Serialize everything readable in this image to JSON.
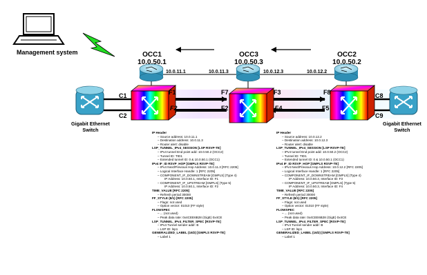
{
  "labels": {
    "management": "Management system",
    "switch_left": [
      "Gigabit Ethernet",
      "Switch"
    ],
    "switch_right": [
      "Gigabit Ethernet",
      "Switch"
    ]
  },
  "nodes": [
    {
      "name": "OCC1",
      "addr": "10.0.50.1"
    },
    {
      "name": "OCC3",
      "addr": "10.0.50.3"
    },
    {
      "name": "OCC2",
      "addr": "10.0.50.2"
    }
  ],
  "link_addrs": [
    "10.0.11.1",
    "10.0.11.3",
    "10.0.12.3",
    "10.0.12.2"
  ],
  "ports": {
    "C1": "C1",
    "C2": "C2",
    "C8": "C8",
    "C9": "C9",
    "F1": "F1",
    "F2a": "F2",
    "F7": "F7",
    "F2b": "F2",
    "F3": "F3",
    "F4": "F4",
    "F8": "F8",
    "F5": "F5"
  },
  "panel_left": [
    {
      "t": "h",
      "s": "IP Header"
    },
    {
      "t": "i",
      "s": "Source address: 10.0.11.1"
    },
    {
      "t": "i",
      "s": "Destination address: 10.0.11.3"
    },
    {
      "t": "i",
      "s": "Router alert: disable"
    },
    {
      "t": "h",
      "s": "LSP_TUNNEL_IPv4_SESSION [LSP RSVP-TE]"
    },
    {
      "t": "i",
      "s": "IPv4 tunnel End point add: 10.0.50.2 (OCC2)"
    },
    {
      "t": "i",
      "s": "Tunnel ID: TID1"
    },
    {
      "t": "i",
      "s": "Extended tunnel ID: 0 & 10.0.50.1 (OCC1)"
    },
    {
      "t": "h",
      "s": "IPv4 IF_ID RSVP_HOP [GMPLS RSVP-TE]"
    },
    {
      "t": "i",
      "s": "IPv4 Next/Previous Hop Address: 10.0.11.3 [RFC 2205]"
    },
    {
      "t": "i",
      "s": "Logical Interface Handle: 1 [RFC 2205]"
    },
    {
      "t": "i",
      "s": "COMPONENT_IF_DOWNSTREAM [GMPLS] (Type 4)"
    },
    {
      "t": "j",
      "s": "IP Address: 10.0.50.1, Interface ID: F1"
    },
    {
      "t": "i",
      "s": "COMPONENT_IF_UPSTREAM [GMPLS] (Type 5)"
    },
    {
      "t": "j",
      "s": "IP Address: 10.0.50.1, Interface ID: F2"
    },
    {
      "t": "h",
      "s": "TIME_VALUE [RFC 2205]"
    },
    {
      "t": "i",
      "s": "Refresh period 30000"
    },
    {
      "t": "h",
      "s": "FF_STYLE (8/1) [RFC 2205]"
    },
    {
      "t": "i",
      "s": "Flags: not used"
    },
    {
      "t": "i",
      "s": "Option vector: 01010 (FF style)"
    },
    {
      "t": "h",
      "s": "FLOWSPEC"
    },
    {
      "t": "i",
      "s": "... (not used)"
    },
    {
      "t": "i",
      "s": "Peak data rate: 0x4CEE6B28 (GigE) 0x4CE"
    },
    {
      "t": "h",
      "s": "LSP_TUNNEL_IPv4_FILTER_SPEC [RSVP-TE]"
    },
    {
      "t": "i",
      "s": "IPv4 Tunnel sender addr: B"
    },
    {
      "t": "i",
      "s": "LSP ID: lsp1"
    },
    {
      "t": "h",
      "s": "GENERALIZED_LABEL (16/2) [GMPLS RSVP-TE]"
    },
    {
      "t": "i",
      "s": "Label 1"
    }
  ],
  "panel_right": [
    {
      "t": "h",
      "s": "IP Header"
    },
    {
      "t": "i",
      "s": "Source address: 10.0.12.2"
    },
    {
      "t": "i",
      "s": "Destination address: 10.0.12.3"
    },
    {
      "t": "i",
      "s": "Router alert: disable"
    },
    {
      "t": "h",
      "s": "LSP_TUNNEL_IPv4_SESSION [LSP RSVP-TE]"
    },
    {
      "t": "i",
      "s": "IPv4 tunnel End point add: 10.0.50.2 (OCC2)"
    },
    {
      "t": "i",
      "s": "Tunnel ID: TID1"
    },
    {
      "t": "i",
      "s": "Extended tunnel ID: 0 & 10.0.50.1 (OCC1)"
    },
    {
      "t": "h",
      "s": "IPv4 IF_ID RSVP_HOP [GMPLS RSVP-TE]"
    },
    {
      "t": "i",
      "s": "IPv4 Next/Previous Hop Address: 10.0.12.2 [RFC 2205]"
    },
    {
      "t": "i",
      "s": "Logical Interface Handle: 1 [RFC 2205]"
    },
    {
      "t": "i",
      "s": "COMPONENT_IF_DOWNSTREAM [GMPLS] (Type 4)"
    },
    {
      "t": "j",
      "s": "IP Address: 10.0.50.3, Interface ID: F3"
    },
    {
      "t": "i",
      "s": "COMPONENT_IF_UPSTREAM [GMPLS] (Type 5)"
    },
    {
      "t": "j",
      "s": "IP Address: 10.0.50.3, Interface ID: F4"
    },
    {
      "t": "h",
      "s": "TIME_VALUE [RFC 2205]"
    },
    {
      "t": "i",
      "s": "Refresh period 30000"
    },
    {
      "t": "h",
      "s": "FF_STYLE (8/1) [RFC 2205]"
    },
    {
      "t": "i",
      "s": "Flags: not used"
    },
    {
      "t": "i",
      "s": "Option vector: 01010 (FF style)"
    },
    {
      "t": "h",
      "s": "FLOWSPEC"
    },
    {
      "t": "i",
      "s": "... (not used)"
    },
    {
      "t": "i",
      "s": "Peak data rate: 0x4CEE6B28 (GigE) 0x4CE"
    },
    {
      "t": "h",
      "s": "LSP_TUNNEL_IPv4_FILTER_SPEC [RSVP-TE]"
    },
    {
      "t": "i",
      "s": "IPv4 Tunnel sender addr: B"
    },
    {
      "t": "i",
      "s": "LSP ID: lsp1"
    },
    {
      "t": "h",
      "s": "GENERALIZED_LABEL (16/2) [GMPLS RSVP-TE]"
    },
    {
      "t": "i",
      "s": "Label 1"
    }
  ],
  "colors": {
    "router_top": "#8fd3e8",
    "router_side": "#2f8fb5",
    "switch_fill": "#3aa2c8",
    "lightning": "#22dd22"
  }
}
